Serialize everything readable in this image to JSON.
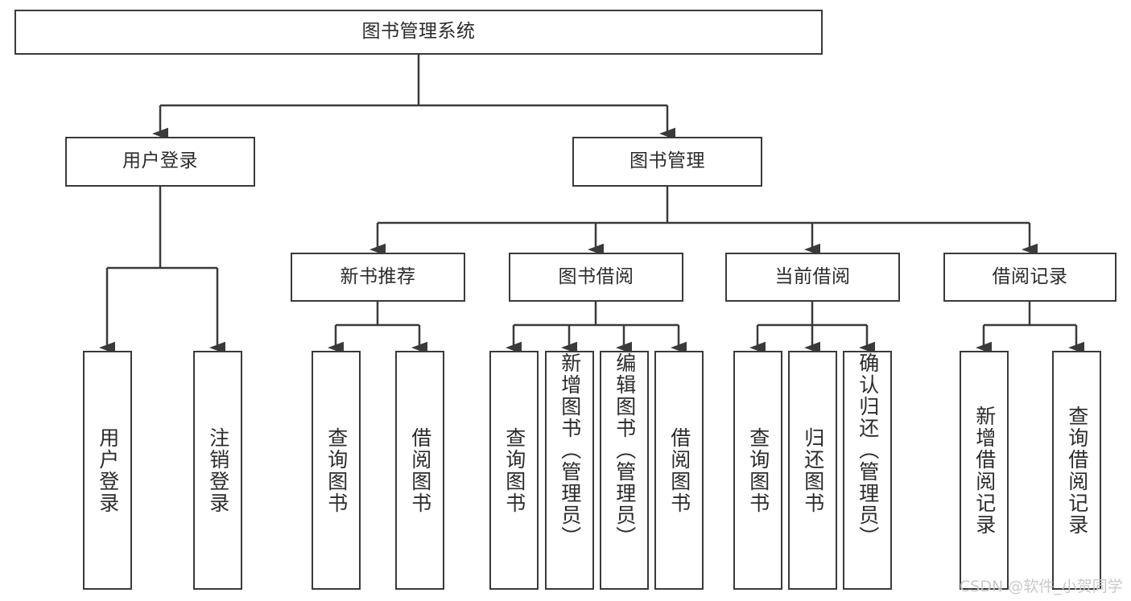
{
  "diagram": {
    "title": "图书管理系统",
    "type": "tree-hierarchy",
    "root": {
      "id": "root",
      "label": "图书管理系统"
    },
    "level2": [
      {
        "id": "user-login",
        "label": "用户登录"
      },
      {
        "id": "book-management",
        "label": "图书管理"
      }
    ],
    "level3": [
      {
        "id": "new-book-recommend",
        "label": "新书推荐",
        "parent": "book-management"
      },
      {
        "id": "book-borrow",
        "label": "图书借阅",
        "parent": "book-management"
      },
      {
        "id": "current-borrow",
        "label": "当前借阅",
        "parent": "book-management"
      },
      {
        "id": "borrow-record",
        "label": "借阅记录",
        "parent": "book-management"
      }
    ],
    "leaves": [
      {
        "id": "leaf-user-login",
        "label": "用户登录",
        "parent": "user-login"
      },
      {
        "id": "leaf-logout-login",
        "label": "注销登录",
        "parent": "user-login"
      },
      {
        "id": "leaf-query-book-1",
        "label": "查询图书",
        "parent": "new-book-recommend"
      },
      {
        "id": "leaf-borrow-book-1",
        "label": "借阅图书",
        "parent": "new-book-recommend"
      },
      {
        "id": "leaf-query-book-2",
        "label": "查询图书",
        "parent": "book-borrow"
      },
      {
        "id": "leaf-add-book",
        "label": "新增图书（管理员）",
        "parent": "book-borrow"
      },
      {
        "id": "leaf-edit-book",
        "label": "编辑图书（管理员）",
        "parent": "book-borrow"
      },
      {
        "id": "leaf-borrow-book-2",
        "label": "借阅图书",
        "parent": "book-borrow"
      },
      {
        "id": "leaf-query-book-3",
        "label": "查询图书",
        "parent": "current-borrow"
      },
      {
        "id": "leaf-return-book",
        "label": "归还图书",
        "parent": "current-borrow"
      },
      {
        "id": "leaf-confirm-return",
        "label": "确认归还（管理员）",
        "parent": "current-borrow"
      },
      {
        "id": "leaf-add-record",
        "label": "新增借阅记录",
        "parent": "borrow-record"
      },
      {
        "id": "leaf-query-record",
        "label": "查询借阅记录",
        "parent": "borrow-record"
      }
    ],
    "colors": {
      "border": "#3a3a3a",
      "text": "#2b2b2b",
      "background": "#ffffff",
      "connector": "#3a3a3a",
      "watermark": "#c9c9c9"
    }
  },
  "watermark": {
    "text": "CSDN @软件_小贺同学"
  }
}
